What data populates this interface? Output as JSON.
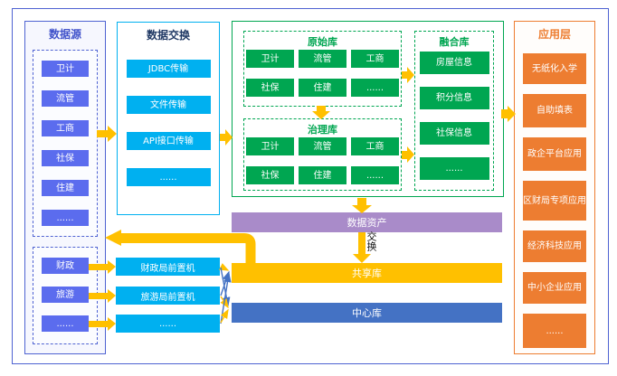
{
  "datasource": {
    "title": "数据源",
    "group1": [
      "卫计",
      "流管",
      "工商",
      "社保",
      "住建",
      "......"
    ],
    "group2": [
      "财政",
      "旅游",
      "......"
    ]
  },
  "exchange": {
    "title": "数据交换",
    "items": [
      "JDBC传输",
      "文件传输",
      "API接口传输",
      "......"
    ]
  },
  "library": {
    "original": {
      "title": "原始库",
      "items": [
        "卫计",
        "流管",
        "工商",
        "社保",
        "住建",
        "......"
      ]
    },
    "governance": {
      "title": "治理库",
      "items": [
        "卫计",
        "流管",
        "工商",
        "社保",
        "住建",
        "......"
      ]
    },
    "fusion": {
      "title": "融合库",
      "items": [
        "房屋信息",
        "积分信息",
        "社保信息",
        "......"
      ]
    }
  },
  "application": {
    "title": "应用层",
    "items": [
      "无纸化入学",
      "自助填表",
      "政企平台应用",
      "区财局专项应用",
      "经济科技应用",
      "中小企业应用",
      "......"
    ]
  },
  "bars": {
    "data_asset": "数据资产",
    "shared": "共享库",
    "center": "中心库"
  },
  "frontends": [
    "财政局前置机",
    "旅游局前置机",
    "......"
  ],
  "labels": {
    "exchange_flow": "交换"
  },
  "colors": {
    "frame_blue": "#4f63d2",
    "item_blue": "#5b6cee",
    "cyan": "#00b0f0",
    "green": "#00a651",
    "orange": "#ed7d31",
    "purple": "#a98bc9",
    "gold": "#ffc000",
    "bar_blue": "#4472c4",
    "exchange_title": "#1f3864"
  }
}
